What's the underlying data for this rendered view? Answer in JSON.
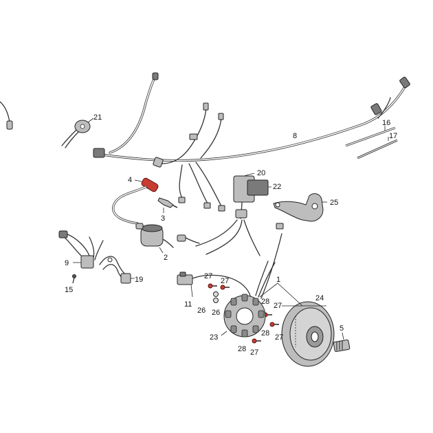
{
  "callouts": {
    "c1": "1",
    "c2": "2",
    "c3": "3",
    "c4": "4",
    "c5": "5",
    "c8": "8",
    "c9": "9",
    "c11": "11",
    "c15": "15",
    "c16": "16",
    "c17": "17",
    "c19": "19",
    "c20": "20",
    "c21": "21",
    "c22": "22",
    "c23": "23",
    "c24": "24",
    "c25": "25",
    "c26a": "26",
    "c26b": "26",
    "c27a": "27",
    "c27b": "27",
    "c27c": "27",
    "c27d": "27",
    "c27e": "27",
    "c28a": "28",
    "c28b": "28",
    "c28c": "28"
  },
  "colors": {
    "line": "#333333",
    "part_fill": "#bdbdbd",
    "accent_red": "#c83c32"
  }
}
